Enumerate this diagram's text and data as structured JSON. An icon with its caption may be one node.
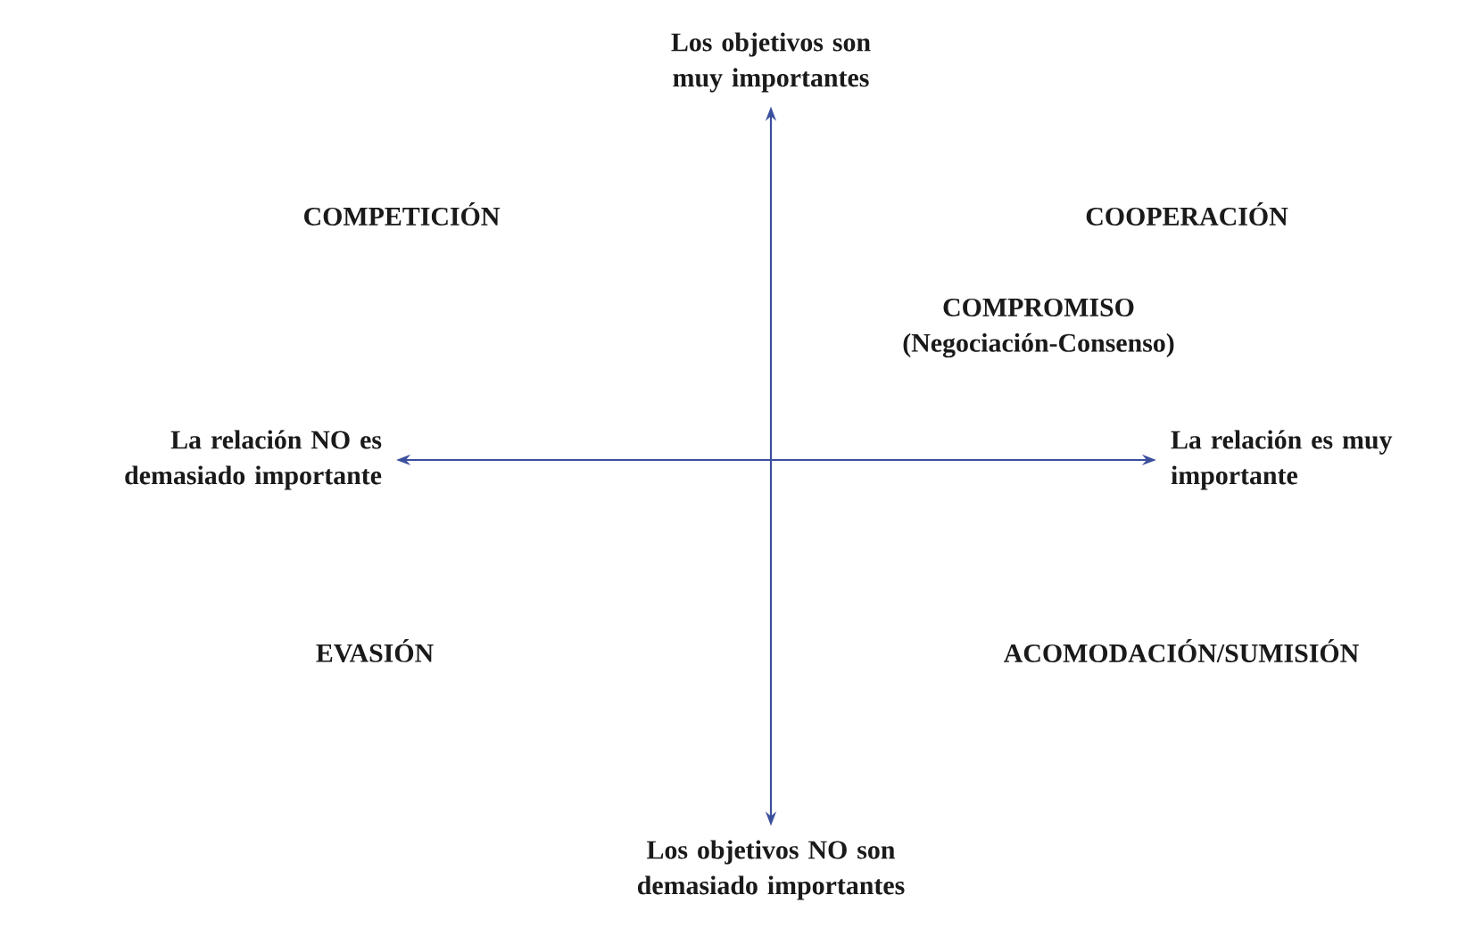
{
  "diagram": {
    "nodes": [
      {
        "text": [
          "Los objetivos NO son demasiado importantes"
        ]
      },
      {
        "text": [
          "Los objetivos son muy importantes"
        ]
      },
      {
        "text": [
          "La relación NO es demasiado importante"
        ]
      },
      {
        "text": [
          "La relación es muy importante"
        ]
      }
    ],
    "edges": [
      {
        "from": 0,
        "to": 1,
        "arrow": "both"
      },
      {
        "from": 2,
        "to": 3,
        "arrow": "both"
      }
    ],
    "labels": [
      "COMPETICIÓN",
      "COOPERACIÓN",
      "COMPROMISO (Negociación-Consenso)",
      "EVASIÓN",
      "ACOMODACIÓN/SUMISIÓN"
    ]
  }
}
